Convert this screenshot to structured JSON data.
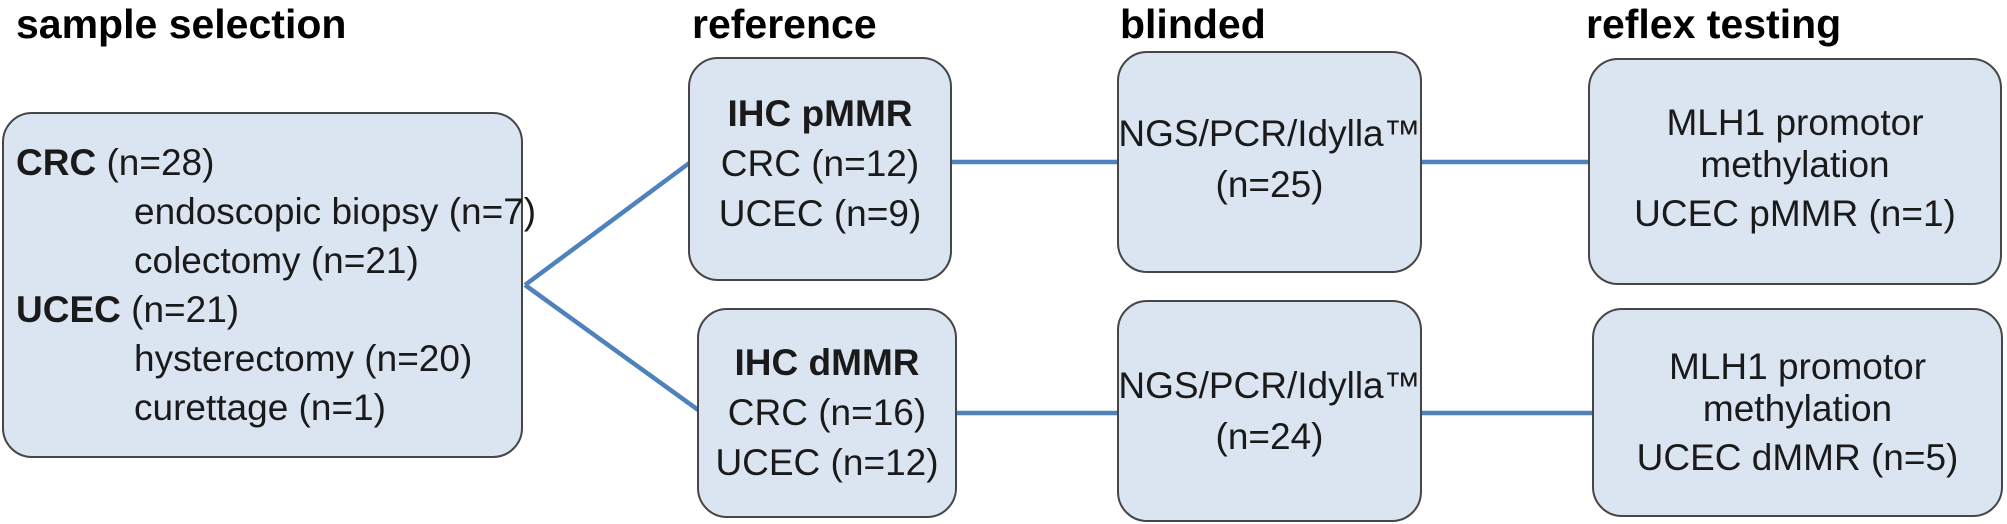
{
  "diagram": {
    "columns": {
      "sample_selection": "sample selection",
      "reference": "reference",
      "blinded": "blinded",
      "reflex_testing": "reflex testing"
    },
    "sample_box": {
      "lines": [
        {
          "prefix": "CRC",
          "rest": " (n=28)",
          "indent": false
        },
        {
          "prefix": "",
          "rest": "endoscopic biopsy (n=7)",
          "indent": true
        },
        {
          "prefix": "",
          "rest": "colectomy (n=21)",
          "indent": true
        },
        {
          "prefix": "UCEC",
          "rest": " (n=21)",
          "indent": false
        },
        {
          "prefix": "",
          "rest": "hysterectomy (n=20)",
          "indent": true
        },
        {
          "prefix": "",
          "rest": "curettage (n=1)",
          "indent": true
        }
      ]
    },
    "reference_boxes": [
      {
        "title": "IHC pMMR",
        "lines": [
          "CRC (n=12)",
          "UCEC (n=9)"
        ]
      },
      {
        "title": "IHC dMMR",
        "lines": [
          "CRC (n=16)",
          "UCEC (n=12)"
        ]
      }
    ],
    "blinded_boxes": [
      {
        "method": "NGS/PCR/Idylla™",
        "count": "(n=25)"
      },
      {
        "method": "NGS/PCR/Idylla™",
        "count": "(n=24)"
      }
    ],
    "reflex_boxes": [
      {
        "test": "MLH1 promotor methylation",
        "result": "UCEC pMMR (n=1)"
      },
      {
        "test": "MLH1 promotor methylation",
        "result": "UCEC dMMR (n=5)"
      }
    ],
    "colors": {
      "box_fill": "#dbe5f1",
      "box_border": "#464646",
      "connector": "#4f81bd",
      "text": "#1a1a1a",
      "heading": "#000000"
    }
  }
}
